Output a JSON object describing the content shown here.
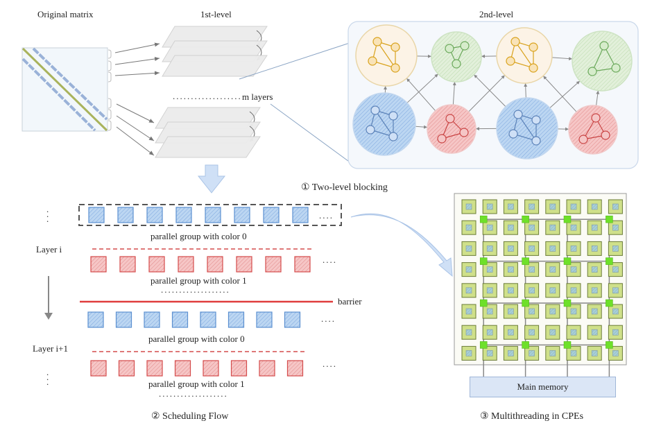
{
  "twolevel": {
    "original_label": "Original matrix",
    "first_level_label": "1st-level",
    "second_level_label": "2nd-level",
    "m_layers_label": "m layers",
    "caption": "① Two-level blocking",
    "layer_groups": 2,
    "layers_per_group": 3,
    "graph_nodes": [
      {
        "color": "yellow",
        "row": "top",
        "nodes": 4
      },
      {
        "color": "green",
        "row": "top",
        "nodes": 3
      },
      {
        "color": "yellow",
        "row": "top",
        "nodes": 4
      },
      {
        "color": "green",
        "row": "top",
        "nodes": 3
      },
      {
        "color": "blue",
        "row": "bottom",
        "nodes": 4
      },
      {
        "color": "red",
        "row": "bottom",
        "nodes": 3
      },
      {
        "color": "blue",
        "row": "bottom",
        "nodes": 4
      },
      {
        "color": "red",
        "row": "bottom",
        "nodes": 3
      }
    ]
  },
  "scheduling": {
    "layer_i": "Layer i",
    "layer_i1": "Layer i+1",
    "group0_label": "parallel group with color 0",
    "group1_label": "parallel group with color 1",
    "barrier_label": "barrier",
    "ellipsis": "....",
    "dotted": "...................",
    "blocks_per_group": 8,
    "caption": "② Scheduling Flow"
  },
  "cpe": {
    "grid_rows": 8,
    "grid_cols": 8,
    "router_rows": 4,
    "router_cols": 4,
    "memory_label": "Main memory",
    "caption": "③ Multithreading in CPEs"
  },
  "colors": {
    "blue_fill": "#a9c8ec",
    "blue_stroke": "#5b8fd0",
    "red_fill": "#f2b4b4",
    "red_stroke": "#d44b4b",
    "yellow_stroke": "#d9a21c",
    "green_stroke": "#6aa85a",
    "cpe_fill": "#cfe08a",
    "router": "#6ee02a",
    "barrier": "#e03c3c"
  }
}
